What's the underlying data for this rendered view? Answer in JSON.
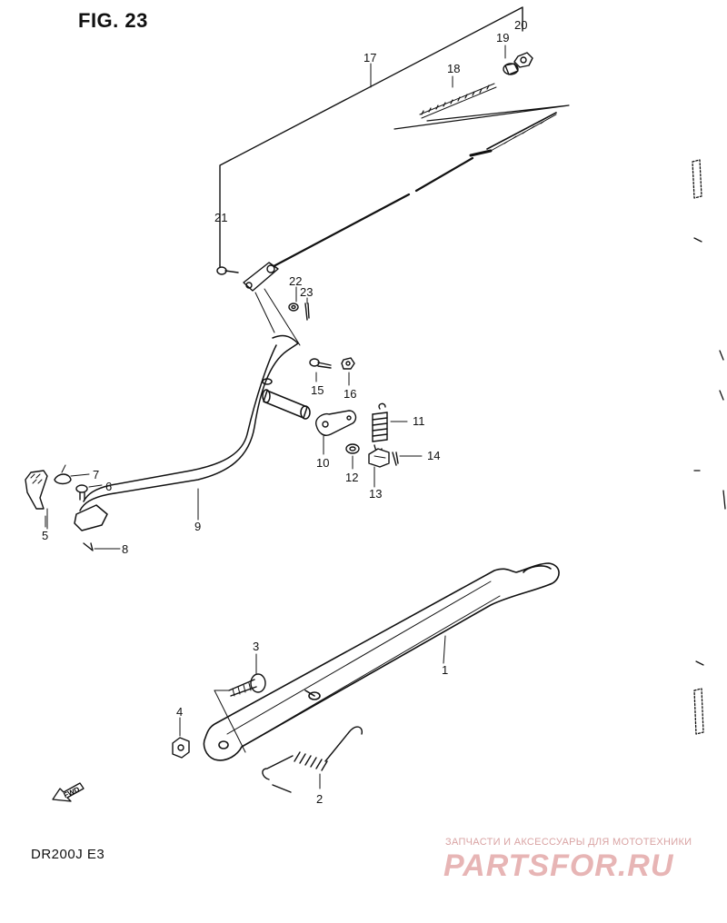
{
  "figure": {
    "title": "FIG. 23",
    "model": "DR200J  E3",
    "fwd_label": "FWD"
  },
  "watermark": {
    "tagline": "ЗАПЧАСТИ И АКСЕССУАРЫ ДЛЯ МОТОТЕХНИКИ",
    "logo": "PARTSFOR.RU"
  },
  "parts": [
    {
      "ref": "1",
      "name": "side-stand"
    },
    {
      "ref": "2",
      "name": "side-stand-spring"
    },
    {
      "ref": "3",
      "name": "stand-pivot-bolt"
    },
    {
      "ref": "4",
      "name": "stand-nut"
    },
    {
      "ref": "5",
      "name": "rear-brake-pedal-tip"
    },
    {
      "ref": "6",
      "name": "pedal-tip-bolt"
    },
    {
      "ref": "7",
      "name": "pedal-tip-washer"
    },
    {
      "ref": "8",
      "name": "cotter-pin"
    },
    {
      "ref": "9",
      "name": "rear-brake-pedal"
    },
    {
      "ref": "10",
      "name": "brake-lever-plate"
    },
    {
      "ref": "11",
      "name": "return-spring"
    },
    {
      "ref": "12",
      "name": "washer"
    },
    {
      "ref": "13",
      "name": "nut"
    },
    {
      "ref": "14",
      "name": "cotter-pin"
    },
    {
      "ref": "15",
      "name": "bolt"
    },
    {
      "ref": "16",
      "name": "nut"
    },
    {
      "ref": "17",
      "name": "rear-brake-cable-assy"
    },
    {
      "ref": "18",
      "name": "spring"
    },
    {
      "ref": "19",
      "name": "joint"
    },
    {
      "ref": "20",
      "name": "adjuster-nut"
    },
    {
      "ref": "21",
      "name": "clevis-pin"
    },
    {
      "ref": "22",
      "name": "washer"
    },
    {
      "ref": "23",
      "name": "cotter-pin"
    }
  ]
}
